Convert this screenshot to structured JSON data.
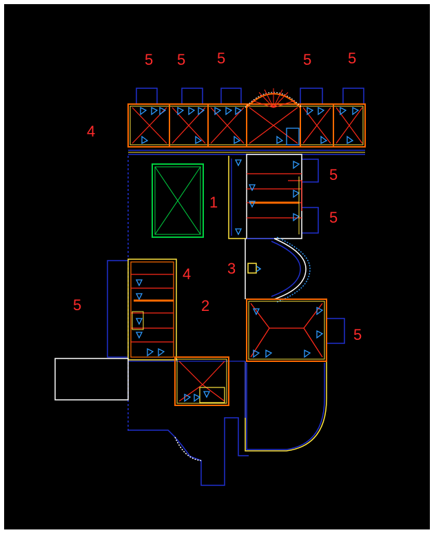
{
  "colors": {
    "background": "#000000",
    "frame": "#ffffff",
    "wall_blue": "#2030d0",
    "wall_orange": "#ff6a00",
    "wall_red": "#ff2a1a",
    "wall_yellow": "#ffe640",
    "wall_white": "#ffffff",
    "fixture_green": "#00d040",
    "fixture_blue": "#2f9bff",
    "label_red": "#ff2a2a"
  },
  "labels": [
    {
      "id": "top-1",
      "text": "5"
    },
    {
      "id": "top-2",
      "text": "5"
    },
    {
      "id": "top-3",
      "text": "5"
    },
    {
      "id": "top-4",
      "text": "5"
    },
    {
      "id": "top-5",
      "text": "5"
    },
    {
      "id": "left-4",
      "text": "4"
    },
    {
      "id": "right-1",
      "text": "5"
    },
    {
      "id": "right-2",
      "text": "5"
    },
    {
      "id": "center-1",
      "text": "1"
    },
    {
      "id": "center-3",
      "text": "3"
    },
    {
      "id": "mid-4",
      "text": "4"
    },
    {
      "id": "center-2",
      "text": "2"
    },
    {
      "id": "left-5",
      "text": "5"
    },
    {
      "id": "right-3",
      "text": "5"
    }
  ]
}
